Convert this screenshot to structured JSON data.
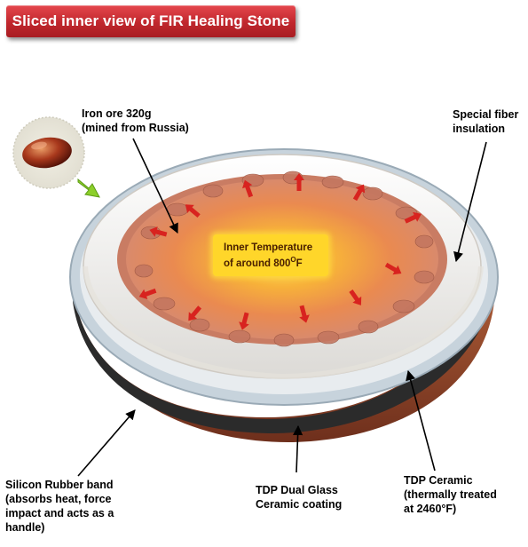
{
  "title": "Sliced inner view of FIR Healing Stone",
  "labels": {
    "iron_ore": [
      "Iron ore 320g",
      "(mined from Russia)"
    ],
    "fiber": [
      "Special fiber",
      "insulation"
    ],
    "silicon": [
      "Silicon Rubber band",
      "(absorbs heat, force",
      "impact and acts as a",
      "handle)"
    ],
    "dual_glass": [
      "TDP Dual Glass",
      "Ceramic coating"
    ],
    "tdp_ceramic": [
      "TDP Ceramic",
      "(thermally treated",
      "at 2460°F)"
    ]
  },
  "inner_temp": {
    "line1": "Inner Temperature",
    "line2_prefix": "of around 800",
    "line2_sup": "O",
    "line2_suffix": "F"
  },
  "colors": {
    "banner": "#c0272d",
    "core_glow": "#ffd62a",
    "heat_arrow": "#d8231f",
    "fiber": "#f4f2ee",
    "rim": "#b9c7d2",
    "rubber": "#2a2a2a",
    "ceramic_base": "#9a4a2a",
    "iron_pebble": "#d98a6c"
  }
}
